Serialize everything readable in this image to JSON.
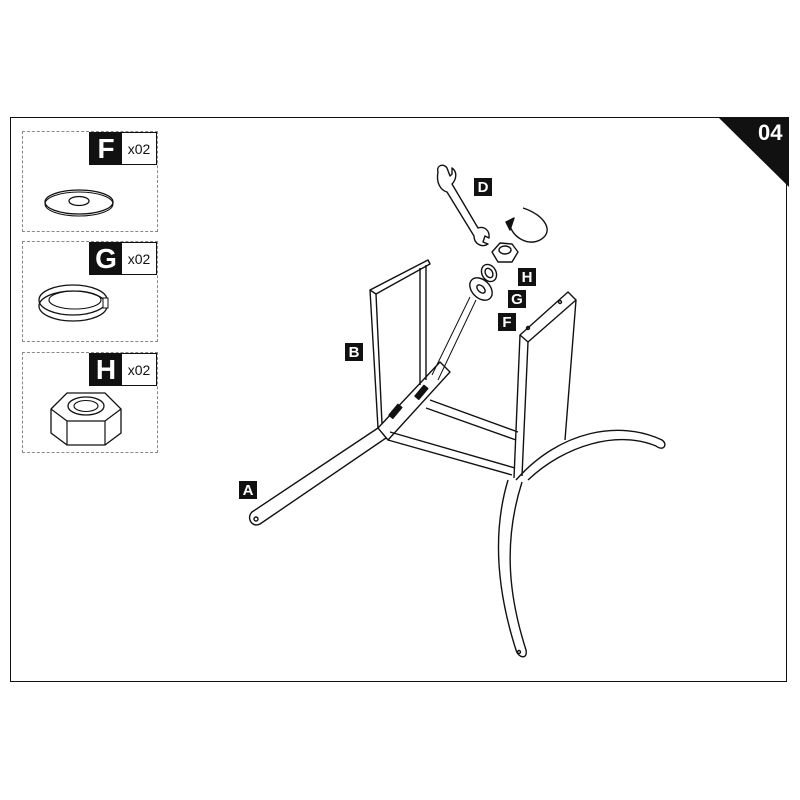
{
  "step_number": "04",
  "parts": [
    {
      "letter": "F",
      "quantity": "x02",
      "icon": "flat-washer-icon"
    },
    {
      "letter": "G",
      "quantity": "x02",
      "icon": "spring-washer-icon"
    },
    {
      "letter": "H",
      "quantity": "x02",
      "icon": "hex-nut-icon"
    }
  ],
  "callouts": {
    "A": "A",
    "B": "B",
    "D": "D",
    "F": "F",
    "G": "G",
    "H": "H"
  },
  "colors": {
    "ink": "#111111",
    "background": "#ffffff"
  }
}
